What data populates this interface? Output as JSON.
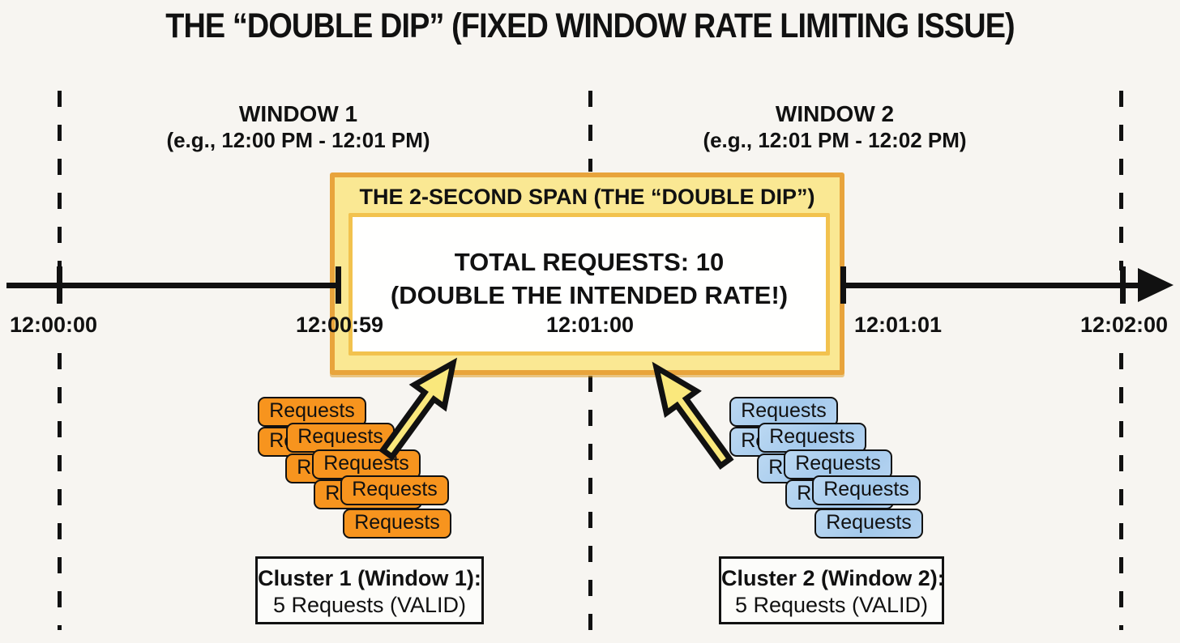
{
  "title": "THE “DOUBLE DIP” (FIXED WINDOW RATE LIMITING ISSUE)",
  "windows": [
    {
      "name": "WINDOW 1",
      "range": "(e.g., 12:00 PM - 12:01 PM)"
    },
    {
      "name": "WINDOW 2",
      "range": "(e.g., 12:01 PM - 12:02 PM)"
    }
  ],
  "span_box": {
    "header": "THE 2-SECOND SPAN (THE “DOUBLE DIP”)",
    "total": "TOTAL REQUESTS: 10",
    "note": "(DOUBLE THE INTENDED RATE!)"
  },
  "timeline": {
    "ticks": [
      "12:00:00",
      "12:00:59",
      "12:01:00",
      "12:01:01",
      "12:02:00"
    ]
  },
  "clusters": [
    {
      "card_label": "Requests",
      "request_count": 5,
      "caption_title": "Cluster 1 (Window 1):",
      "caption_value": "5 Requests (VALID)",
      "color": "#F7941E"
    },
    {
      "card_label": "Requests",
      "request_count": 5,
      "caption_title": "Cluster 2 (Window 2):",
      "caption_value": "5 Requests (VALID)",
      "color": "#A9CDEE"
    }
  ],
  "colors": {
    "background": "#F7F5F1",
    "line": "#111111",
    "highlight_fill": "#FAE893",
    "highlight_border": "#E8A43C",
    "inner_border": "#F2C24E",
    "arrow_fill": "#FAE87C",
    "cluster1": "#F7941E",
    "cluster2": "#A9CDEE"
  }
}
